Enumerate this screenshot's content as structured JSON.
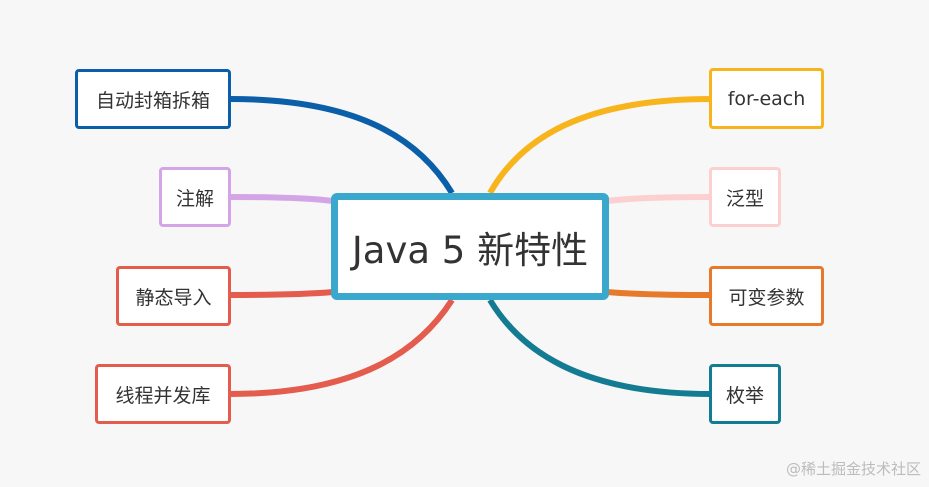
{
  "root": {
    "label": "Java 5 新特性",
    "color": "#3aa8cd"
  },
  "left_branches": [
    {
      "label": "自动封箱拆箱",
      "color": "#0b5ea8"
    },
    {
      "label": "注解",
      "color": "#d4a5e6"
    },
    {
      "label": "静态导入",
      "color": "#e35c4d"
    },
    {
      "label": "线程并发库",
      "color": "#e35c4d"
    }
  ],
  "right_branches": [
    {
      "label": "for-each",
      "color": "#f8b41c"
    },
    {
      "label": "泛型",
      "color": "#fcd0d0"
    },
    {
      "label": "可变参数",
      "color": "#e6792a"
    },
    {
      "label": "枚举",
      "color": "#137b92"
    }
  ],
  "watermark": "@稀土掘金技术社区"
}
